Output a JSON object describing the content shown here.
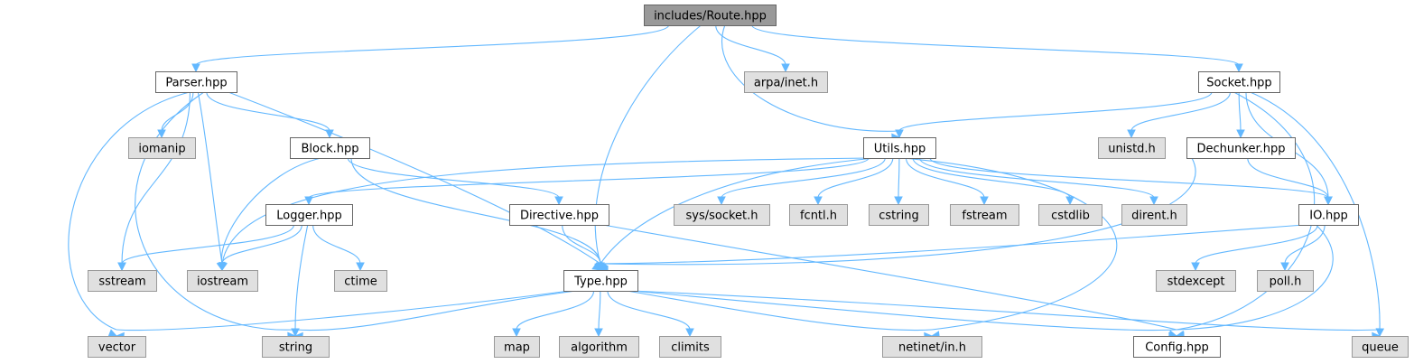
{
  "colors": {
    "root_fill": "#999999",
    "header_fill": "#ffffff",
    "system_fill": "#e0e0e0",
    "border_dark": "#666666",
    "border_light": "#999999",
    "edge": "#63b8ff"
  },
  "nodes": [
    {
      "id": "route",
      "label": "includes/Route.hpp",
      "kind": "root"
    },
    {
      "id": "parser",
      "label": "Parser.hpp",
      "kind": "header"
    },
    {
      "id": "arpa",
      "label": "arpa/inet.h",
      "kind": "system"
    },
    {
      "id": "socket",
      "label": "Socket.hpp",
      "kind": "header"
    },
    {
      "id": "iomanip",
      "label": "iomanip",
      "kind": "system"
    },
    {
      "id": "block",
      "label": "Block.hpp",
      "kind": "header"
    },
    {
      "id": "utils",
      "label": "Utils.hpp",
      "kind": "header"
    },
    {
      "id": "unistd",
      "label": "unistd.h",
      "kind": "system"
    },
    {
      "id": "dechunker",
      "label": "Dechunker.hpp",
      "kind": "header"
    },
    {
      "id": "logger",
      "label": "Logger.hpp",
      "kind": "header"
    },
    {
      "id": "directive",
      "label": "Directive.hpp",
      "kind": "header"
    },
    {
      "id": "syssocket",
      "label": "sys/socket.h",
      "kind": "system"
    },
    {
      "id": "fcntl",
      "label": "fcntl.h",
      "kind": "system"
    },
    {
      "id": "cstring",
      "label": "cstring",
      "kind": "system"
    },
    {
      "id": "fstream",
      "label": "fstream",
      "kind": "system"
    },
    {
      "id": "cstdlib",
      "label": "cstdlib",
      "kind": "system"
    },
    {
      "id": "dirent",
      "label": "dirent.h",
      "kind": "system"
    },
    {
      "id": "io",
      "label": "IO.hpp",
      "kind": "header"
    },
    {
      "id": "sstream",
      "label": "sstream",
      "kind": "system"
    },
    {
      "id": "iostream",
      "label": "iostream",
      "kind": "system"
    },
    {
      "id": "ctime",
      "label": "ctime",
      "kind": "system"
    },
    {
      "id": "type",
      "label": "Type.hpp",
      "kind": "header"
    },
    {
      "id": "stdexcept",
      "label": "stdexcept",
      "kind": "system"
    },
    {
      "id": "poll",
      "label": "poll.h",
      "kind": "system"
    },
    {
      "id": "vector",
      "label": "vector",
      "kind": "system"
    },
    {
      "id": "string",
      "label": "string",
      "kind": "system"
    },
    {
      "id": "map",
      "label": "map",
      "kind": "system"
    },
    {
      "id": "algorithm",
      "label": "algorithm",
      "kind": "system"
    },
    {
      "id": "climits",
      "label": "climits",
      "kind": "system"
    },
    {
      "id": "netinet",
      "label": "netinet/in.h",
      "kind": "system"
    },
    {
      "id": "config",
      "label": "Config.hpp",
      "kind": "header"
    },
    {
      "id": "queue",
      "label": "queue",
      "kind": "system"
    }
  ],
  "edges": [
    {
      "from": "route",
      "to": "parser"
    },
    {
      "from": "route",
      "to": "arpa"
    },
    {
      "from": "route",
      "to": "socket"
    },
    {
      "from": "route",
      "to": "utils"
    },
    {
      "from": "route",
      "to": "type"
    },
    {
      "from": "parser",
      "to": "iomanip"
    },
    {
      "from": "parser",
      "to": "block"
    },
    {
      "from": "parser",
      "to": "sstream"
    },
    {
      "from": "parser",
      "to": "iostream"
    },
    {
      "from": "parser",
      "to": "type"
    },
    {
      "from": "parser",
      "to": "vector"
    },
    {
      "from": "parser",
      "to": "string"
    },
    {
      "from": "block",
      "to": "directive"
    },
    {
      "from": "block",
      "to": "type"
    },
    {
      "from": "block",
      "to": "iostream"
    },
    {
      "from": "socket",
      "to": "utils"
    },
    {
      "from": "socket",
      "to": "unistd"
    },
    {
      "from": "socket",
      "to": "dechunker"
    },
    {
      "from": "socket",
      "to": "io"
    },
    {
      "from": "socket",
      "to": "config"
    },
    {
      "from": "socket",
      "to": "queue"
    },
    {
      "from": "utils",
      "to": "logger"
    },
    {
      "from": "utils",
      "to": "syssocket"
    },
    {
      "from": "utils",
      "to": "fcntl"
    },
    {
      "from": "utils",
      "to": "cstring"
    },
    {
      "from": "utils",
      "to": "fstream"
    },
    {
      "from": "utils",
      "to": "cstdlib"
    },
    {
      "from": "utils",
      "to": "dirent"
    },
    {
      "from": "utils",
      "to": "io"
    },
    {
      "from": "utils",
      "to": "type"
    },
    {
      "from": "utils",
      "to": "iostream"
    },
    {
      "from": "utils",
      "to": "netinet"
    },
    {
      "from": "dechunker",
      "to": "io"
    },
    {
      "from": "dechunker",
      "to": "type"
    },
    {
      "from": "logger",
      "to": "sstream"
    },
    {
      "from": "logger",
      "to": "iostream"
    },
    {
      "from": "logger",
      "to": "ctime"
    },
    {
      "from": "logger",
      "to": "string"
    },
    {
      "from": "directive",
      "to": "type"
    },
    {
      "from": "directive",
      "to": "config"
    },
    {
      "from": "io",
      "to": "type"
    },
    {
      "from": "io",
      "to": "stdexcept"
    },
    {
      "from": "io",
      "to": "poll"
    },
    {
      "from": "io",
      "to": "config"
    },
    {
      "from": "type",
      "to": "vector"
    },
    {
      "from": "type",
      "to": "string"
    },
    {
      "from": "type",
      "to": "map"
    },
    {
      "from": "type",
      "to": "algorithm"
    },
    {
      "from": "type",
      "to": "climits"
    },
    {
      "from": "type",
      "to": "netinet"
    },
    {
      "from": "type",
      "to": "config"
    },
    {
      "from": "type",
      "to": "queue"
    }
  ]
}
